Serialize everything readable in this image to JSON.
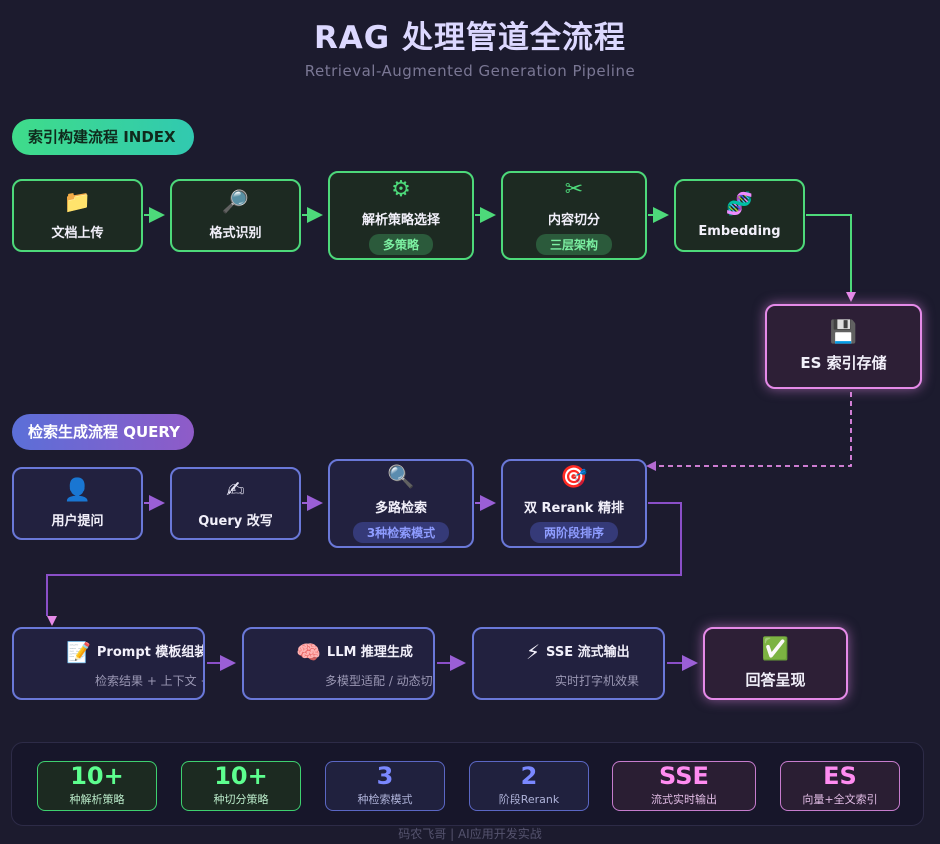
{
  "title": "RAG 处理管道全流程",
  "subtitle": "Retrieval-Augmented Generation Pipeline",
  "sections": {
    "index": "索引构建流程 INDEX",
    "query": "检索生成流程 QUERY"
  },
  "index_nodes": [
    {
      "icon": "📁",
      "label": "文档上传"
    },
    {
      "icon": "🔎",
      "label": "格式识别"
    },
    {
      "icon": "⚙",
      "label": "解析策略选择",
      "tag": "多策略"
    },
    {
      "icon": "✂",
      "label": "内容切分",
      "tag": "三层架构"
    },
    {
      "icon": "🧬",
      "label": "Embedding"
    }
  ],
  "es_node": {
    "icon": "💾",
    "label": "ES 索引存储"
  },
  "query_nodes": [
    {
      "icon": "👤",
      "label": "用户提问"
    },
    {
      "icon": "✍",
      "label": "Query 改写"
    },
    {
      "icon": "🔍",
      "label": "多路检索",
      "tag": "3种检索模式"
    },
    {
      "icon": "🎯",
      "label": "双 Rerank 精排",
      "tag": "两阶段排序"
    }
  ],
  "gen_nodes": [
    {
      "icon": "📝",
      "label": "Prompt 模板组装",
      "desc": "检索结果 + 上下文 + 指令"
    },
    {
      "icon": "🧠",
      "label": "LLM 推理生成",
      "desc": "多模型适配 / 动态切换"
    },
    {
      "icon": "⚡",
      "label": "SSE 流式输出",
      "desc": "实时打字机效果"
    }
  ],
  "answer_node": {
    "icon": "✅",
    "label": "回答呈现"
  },
  "stats": [
    {
      "num": "10+",
      "cap": "种解析策略",
      "style": "green"
    },
    {
      "num": "10+",
      "cap": "种切分策略",
      "style": "green"
    },
    {
      "num": "3",
      "cap": "种检索模式",
      "style": "blue"
    },
    {
      "num": "2",
      "cap": "阶段Rerank",
      "style": "blue"
    },
    {
      "num": "SSE",
      "cap": "流式实时输出",
      "style": "pink"
    },
    {
      "num": "ES",
      "cap": "向量+全文索引",
      "style": "pink"
    }
  ],
  "footer": "码农飞哥 | AI应用开发实战",
  "colors": {
    "background": "#1c1b2e",
    "index_accent": "#4dd97a",
    "query_accent": "#6a78d8",
    "highlight_accent": "#e58ae8",
    "connector_purple": "#8a4fc8"
  }
}
